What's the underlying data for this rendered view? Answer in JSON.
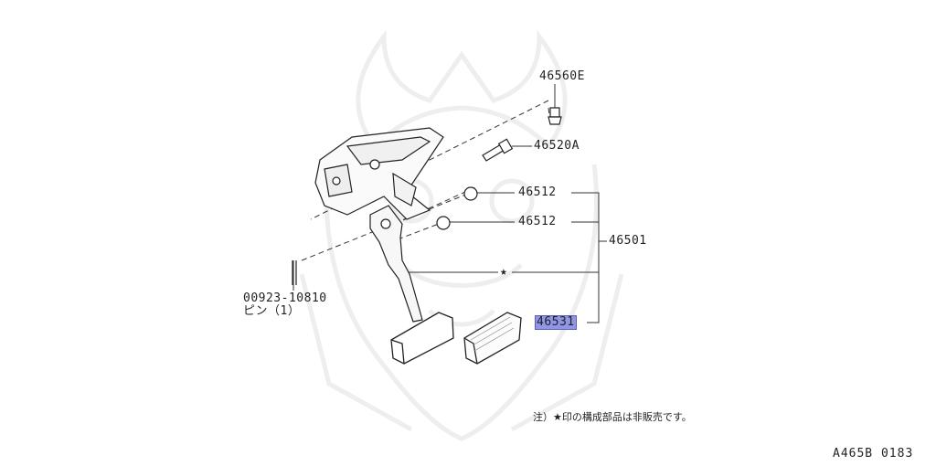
{
  "labels": {
    "stop_lamp_switch": "46560E",
    "pivot_bolt": "46520A",
    "bushing_upper": "46512",
    "bushing_lower": "46512",
    "pedal_assy": "46501",
    "star": "★",
    "pad": "46531",
    "pin_part": "00923-10810",
    "pin_name": "ピン（1）"
  },
  "note": "注）★印の構成部品は非販売です。",
  "diagram_code": "A465B 0183"
}
